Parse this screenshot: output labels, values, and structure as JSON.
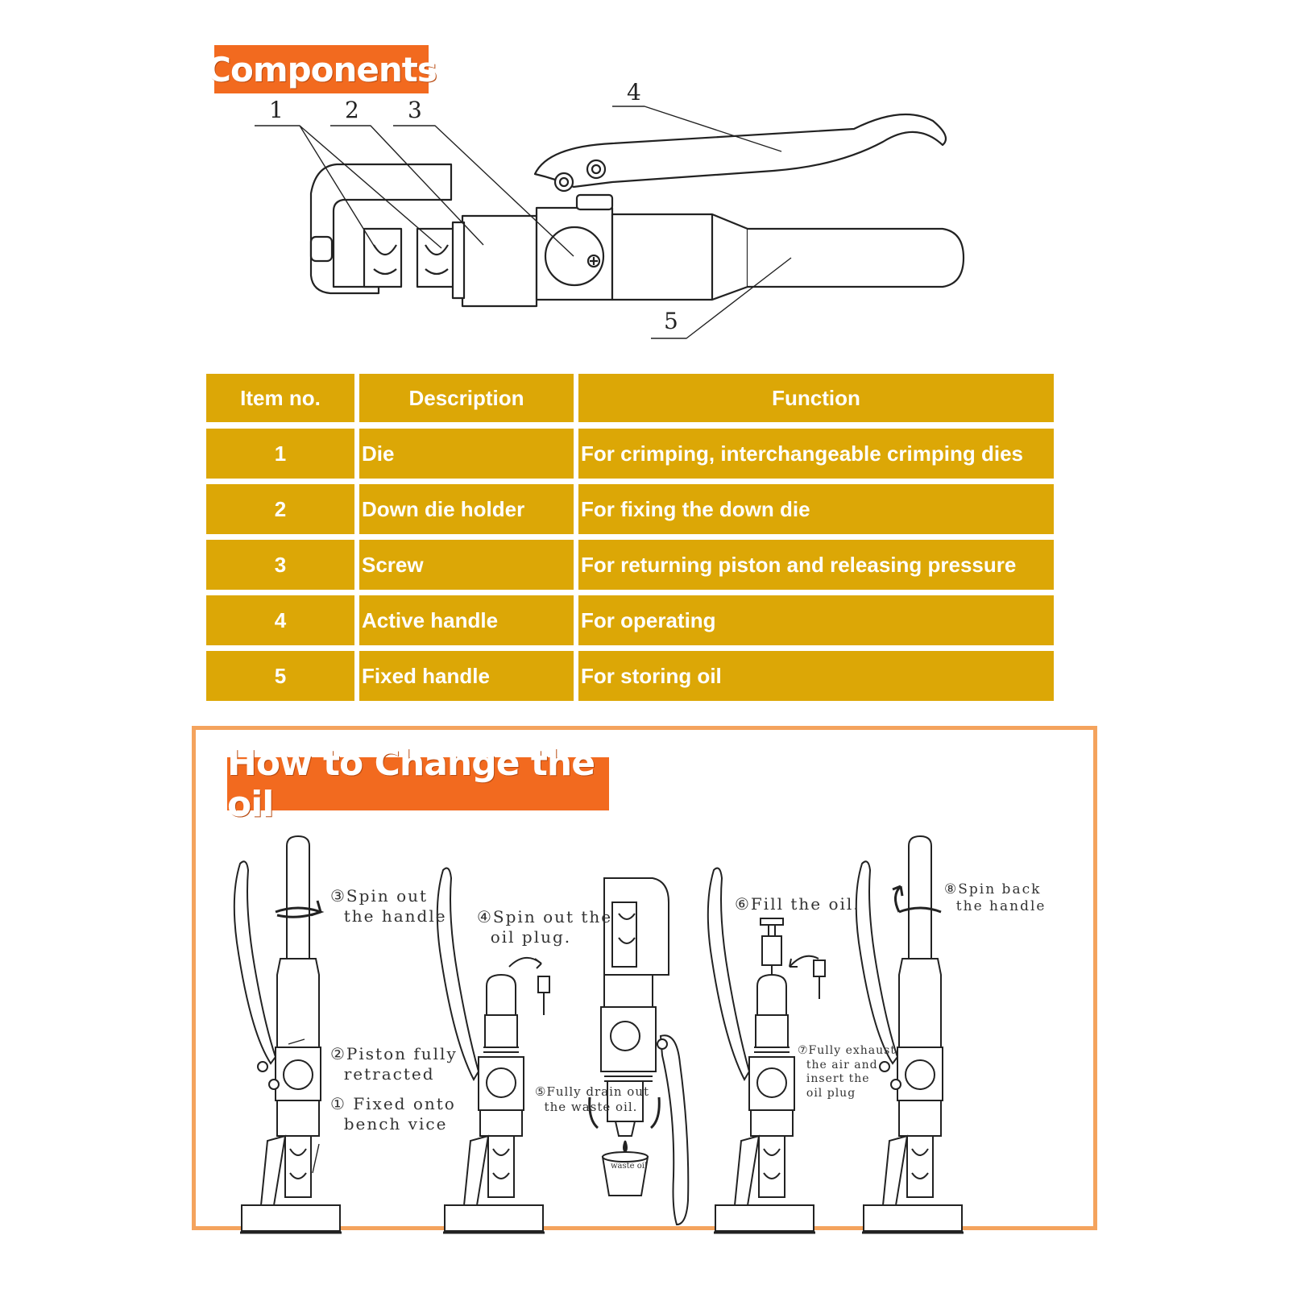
{
  "components": {
    "title": "Components",
    "callouts": [
      "1",
      "2",
      "3",
      "4",
      "5"
    ]
  },
  "table": {
    "headers": [
      "Item no.",
      "Description",
      "Function"
    ],
    "rows": [
      {
        "item": "1",
        "description": "Die",
        "function": "For crimping, interchangeable crimping dies"
      },
      {
        "item": "2",
        "description": "Down die holder",
        "function": "For fixing the down die"
      },
      {
        "item": "3",
        "description": "Screw",
        "function": "For returning piston and releasing pressure"
      },
      {
        "item": "4",
        "description": "Active handle",
        "function": "For operating"
      },
      {
        "item": "5",
        "description": "Fixed handle",
        "function": "For storing oil"
      }
    ]
  },
  "oil_change": {
    "title": "How to Change the oil",
    "steps": {
      "s1": "① Fixed onto\n  bench vice",
      "s2": "②Piston fully\n  retracted",
      "s3": "③Spin out\n  the handle",
      "s4": "④Spin out the\n  oil plug.",
      "s5": "⑤Fully drain out\n  the waste oil.",
      "s6": "⑥Fill the oil.",
      "s7": "⑦Fully exhaust\n  the air and\n  insert the\n  oil plug",
      "s8": "⑧Spin back\n  the handle"
    },
    "waste_label": "waste oil"
  },
  "colors": {
    "badge": "#f26a1f",
    "table_cell": "#dca706",
    "frame": "#f4a35d",
    "line_art": "#222222"
  }
}
